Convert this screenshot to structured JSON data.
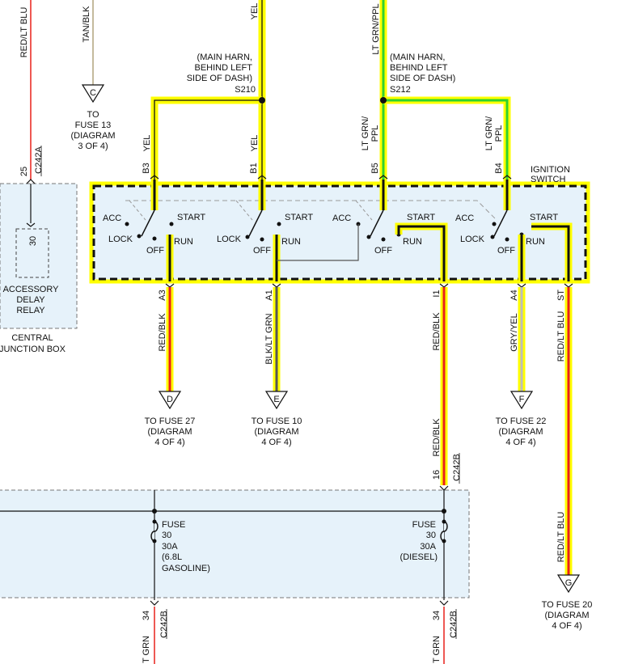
{
  "top_wires": {
    "red_lt_blu": "RED/LT BLU",
    "tan_blk": "TAN/BLK",
    "yel": "YEL",
    "lt_grn_ppl": "LT GRN/PPL"
  },
  "splices": {
    "s210": {
      "l1": "(MAIN HARN,",
      "l2": "BEHIND LEFT",
      "l3": "SIDE OF DASH)",
      "id": "S210"
    },
    "s212": {
      "l1": "(MAIN HARN,",
      "l2": "BEHIND LEFT",
      "l3": "SIDE OF DASH)",
      "id": "S212"
    }
  },
  "connector_c": {
    "letter": "C",
    "l1": "TO",
    "l2": "FUSE 13",
    "l3": "(DIAGRAM",
    "l4": "3 OF 4)"
  },
  "branch_wires": {
    "b3": "YEL",
    "b1": "YEL",
    "b5_a": "LT GRN/",
    "b5_b": "PPL",
    "b4_a": "LT GRN/",
    "b4_b": "PPL"
  },
  "pins_top": {
    "b3": "B3",
    "b1": "B1",
    "b5": "B5",
    "b4": "B4"
  },
  "c242a": {
    "pin": "25",
    "id": "C242A"
  },
  "relay": {
    "pin": "30",
    "l1": "ACCESSORY",
    "l2": "DELAY",
    "l3": "RELAY"
  },
  "junction_box": {
    "l1": "CENTRAL",
    "l2": "JUNCTION BOX"
  },
  "ignition_switch": {
    "l1": "IGNITION",
    "l2": "SWITCH"
  },
  "switch_positions": {
    "acc": "ACC",
    "lock": "LOCK",
    "off": "OFF",
    "run": "RUN",
    "start": "START"
  },
  "pins_bottom": {
    "a3": "A3",
    "a1": "A1",
    "i1": "I1",
    "a4": "A4",
    "st": "ST"
  },
  "bottom_wires": {
    "a3": "RED/BLK",
    "a1": "BLK/LT GRN",
    "i1": "RED/BLK",
    "a4": "GRY/YEL",
    "st": "RED/LT BLU",
    "i1_lower": "RED/BLK",
    "st_lower": "RED/LT BLU"
  },
  "connectors": {
    "d": {
      "letter": "D",
      "l1": "TO FUSE 27",
      "l2": "(DIAGRAM",
      "l3": "4 OF 4)"
    },
    "e": {
      "letter": "E",
      "l1": "TO FUSE 10",
      "l2": "(DIAGRAM",
      "l3": "4 OF 4)"
    },
    "f": {
      "letter": "F",
      "l1": "TO FUSE 22",
      "l2": "(DIAGRAM",
      "l3": "4 OF 4)"
    },
    "g": {
      "letter": "G",
      "l1": "TO FUSE 20",
      "l2": "(DIAGRAM",
      "l3": "4 OF 4)"
    }
  },
  "c242b_upper": {
    "pin": "16",
    "id": "C242B"
  },
  "fuse_left": {
    "l1": "FUSE",
    "l2": "30",
    "l3": "30A",
    "l4": "(6.8L",
    "l5": "GASOLINE)"
  },
  "fuse_right": {
    "l1": "FUSE",
    "l2": "30",
    "l3": "30A",
    "l4": "(DIESEL)"
  },
  "c242b_lower_left": {
    "pin": "34",
    "id": "C242B",
    "wire": "T GRN"
  },
  "c242b_lower_right": {
    "pin": "34",
    "id": "C242B",
    "wire": "T GRN"
  },
  "colors": {
    "yellow": "#ffff00",
    "red": "#e8201a",
    "green": "#2fd12f",
    "panel": "#e6f2fa",
    "dash": "#111111"
  }
}
